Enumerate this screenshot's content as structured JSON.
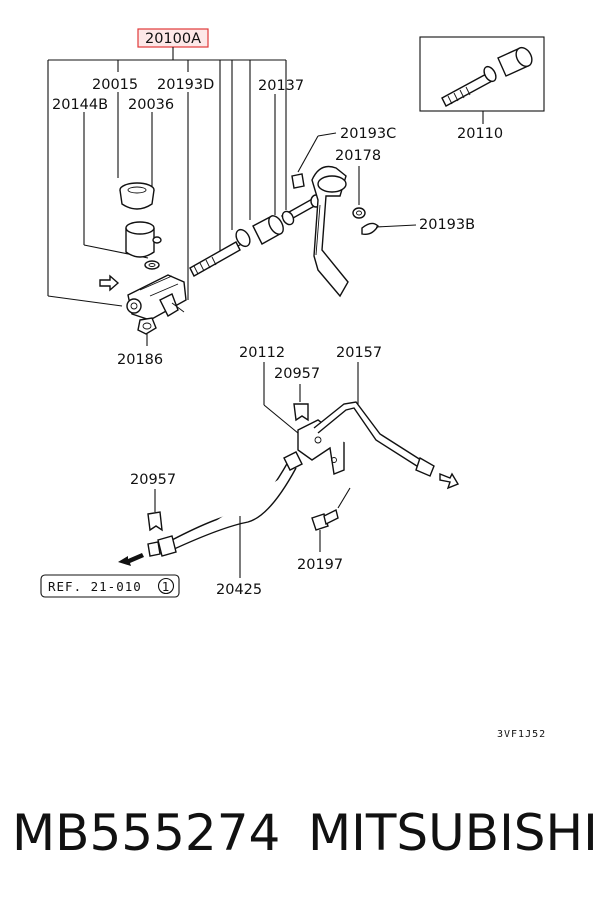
{
  "labels": {
    "assembly": "20100A",
    "l20015": "20015",
    "l20193D": "20193D",
    "l20137": "20137",
    "l20144B": "20144B",
    "l20036": "20036",
    "l20110": "20110",
    "l20193C": "20193C",
    "l20178": "20178",
    "l20193B": "20193B",
    "l20186": "20186",
    "l20112": "20112",
    "l20157": "20157",
    "l20957a": "20957",
    "l20957b": "20957",
    "l20197": "20197",
    "l20425": "20425",
    "ref": "REF. 21-010",
    "ref_circle": "1",
    "code": "3VF1J52"
  },
  "footer": {
    "part_number": "MB555274",
    "brand": "MITSUBISHI"
  },
  "colors": {
    "highlight": "#e03a3a",
    "line": "#111111"
  }
}
